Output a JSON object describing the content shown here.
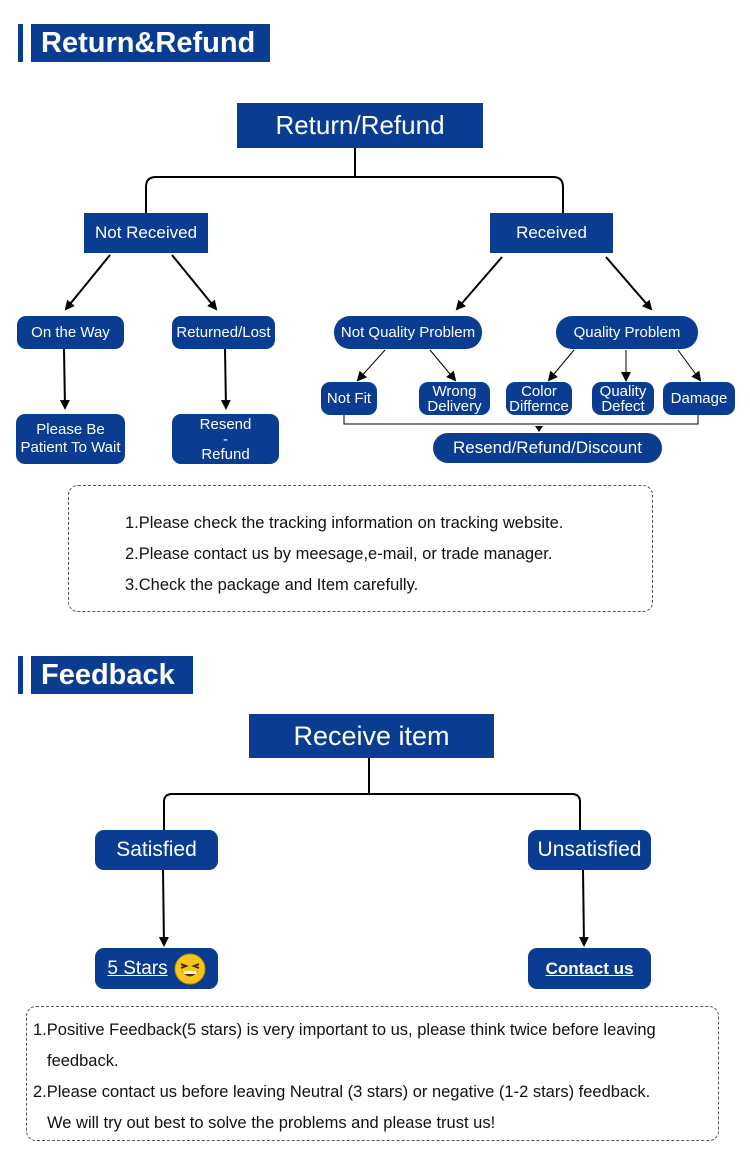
{
  "section1": {
    "title": "Return&Refund",
    "root": "Return/Refund",
    "not_received": "Not Received",
    "received": "Received",
    "on_the_way": "On the Way",
    "returned_lost": "Returned/Lost",
    "please_wait": "Please Be Patient To Wait",
    "resend_refund": "Resend - Refund",
    "not_quality": "Not Quality Problem",
    "quality": "Quality Problem",
    "not_fit": "Not Fit",
    "wrong_delivery": "Wrong Delivery",
    "color_diff": "Color Differnce",
    "quality_defect": "Quality Defect",
    "damage": "Damage",
    "outcome": "Resend/Refund/Discount",
    "notes": [
      "1.Please check the tracking information on tracking website.",
      "2.Please contact us by meesage,e-mail, or trade manager.",
      "3.Check the package and Item carefully."
    ]
  },
  "section2": {
    "title": "Feedback",
    "root": "Receive item",
    "satisfied": "Satisfied",
    "unsatisfied": "Unsatisfied",
    "stars": "5 Stars",
    "contact": "Contact us",
    "notes": [
      "1.Positive Feedback(5 stars) is very important to us, please think twice before leaving",
      "feedback.",
      "2.Please contact us before leaving Neutral (3 stars) or  negative (1-2 stars) feedback.",
      "We will try out best to solve the problems and please trust us!"
    ]
  },
  "colors": {
    "primary": "#0a3d91",
    "line": "#000000"
  }
}
